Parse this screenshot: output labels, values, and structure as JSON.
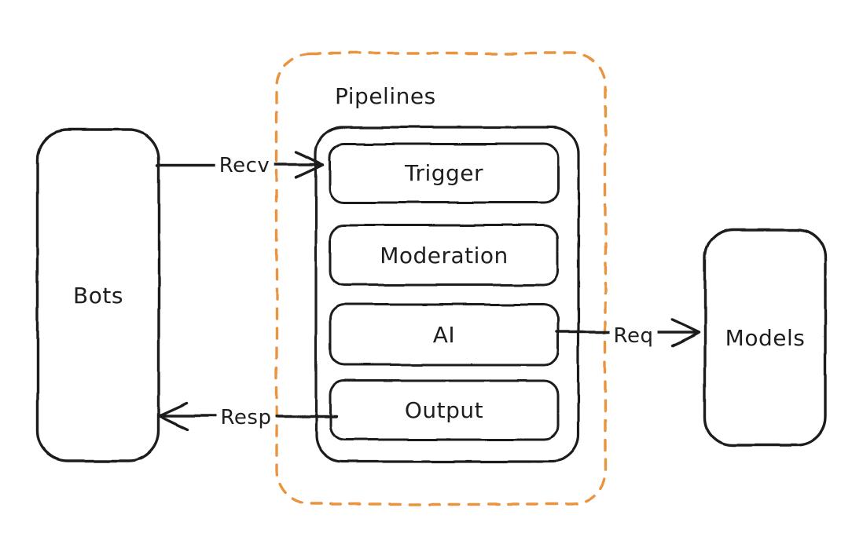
{
  "diagram": {
    "colors": {
      "background": "#ffffff",
      "stroke": "#1e1e1e",
      "group_dashed": "#ea9441"
    },
    "nodes": {
      "bots": {
        "label": "Bots"
      },
      "models": {
        "label": "Models"
      },
      "pipelines_group": {
        "label": "Pipelines"
      },
      "stages": [
        {
          "label": "Trigger"
        },
        {
          "label": "Moderation"
        },
        {
          "label": "AI"
        },
        {
          "label": "Output"
        }
      ]
    },
    "edges": [
      {
        "label": "Recv",
        "from": "Bots",
        "to": "Trigger",
        "direction": "right"
      },
      {
        "label": "Resp",
        "from": "Output",
        "to": "Bots",
        "direction": "left"
      },
      {
        "label": "Req",
        "from": "AI",
        "to": "Models",
        "direction": "right"
      }
    ]
  }
}
